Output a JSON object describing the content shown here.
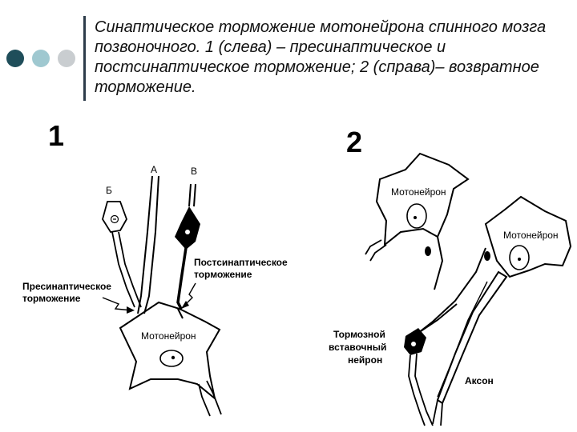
{
  "slide": {
    "title": "Синаптическое торможение мотонейрона спинного мозга позвоночного. 1 (слева) – пресинаптическое и постсинаптическое торможение; 2 (справа)– возвратное торможение.",
    "dot_colors": [
      "#1f4e5a",
      "#9fc8d0",
      "#c9cdd0"
    ]
  },
  "figure1": {
    "number": "1",
    "label_A": "А",
    "label_B": "Б",
    "label_V": "В",
    "label_post_line1": "Постсинаптическое",
    "label_post_line2": "торможение",
    "label_pre_line1": "Пресинаптическое",
    "label_pre_line2": "торможение",
    "label_motoneuron": "Мотонейрон"
  },
  "figure2": {
    "number": "2",
    "label_motoneuron_top": "Мотонейрон",
    "label_motoneuron_right": "Мотонейрон",
    "label_inh_line1": "Тормозной",
    "label_inh_line2": "вставочный",
    "label_inh_line3": "нейрон",
    "label_axon": "Аксон"
  }
}
